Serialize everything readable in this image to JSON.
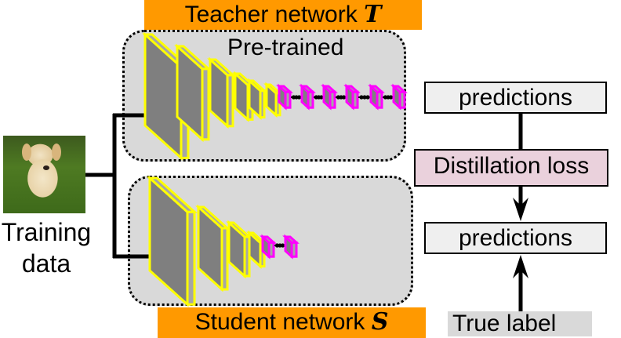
{
  "teacher": {
    "label": "Teacher network ",
    "symbol": "T",
    "annotation": "Pre-trained",
    "conv_layers": 6,
    "fc_layers": 6
  },
  "student": {
    "label": "Student network ",
    "symbol": "S",
    "conv_layers": 4,
    "fc_layers": 2
  },
  "input": {
    "image": "dog-photo",
    "label_line1": "Training",
    "label_line2": "data"
  },
  "right_panel": {
    "teacher_predictions": "predictions",
    "distillation_loss": "Distillation loss",
    "student_predictions": "predictions",
    "true_label": "True label"
  },
  "colors": {
    "orange": "#ff9900",
    "network_bg": "#d9d9d9",
    "conv_outline": "#ffff00",
    "fc_outline": "#ff00ff",
    "layer_face": "#7f7f7f",
    "layer_side": "#a6a6a6",
    "loss_bg": "#ead1dc",
    "pred_bg": "#efefef"
  }
}
